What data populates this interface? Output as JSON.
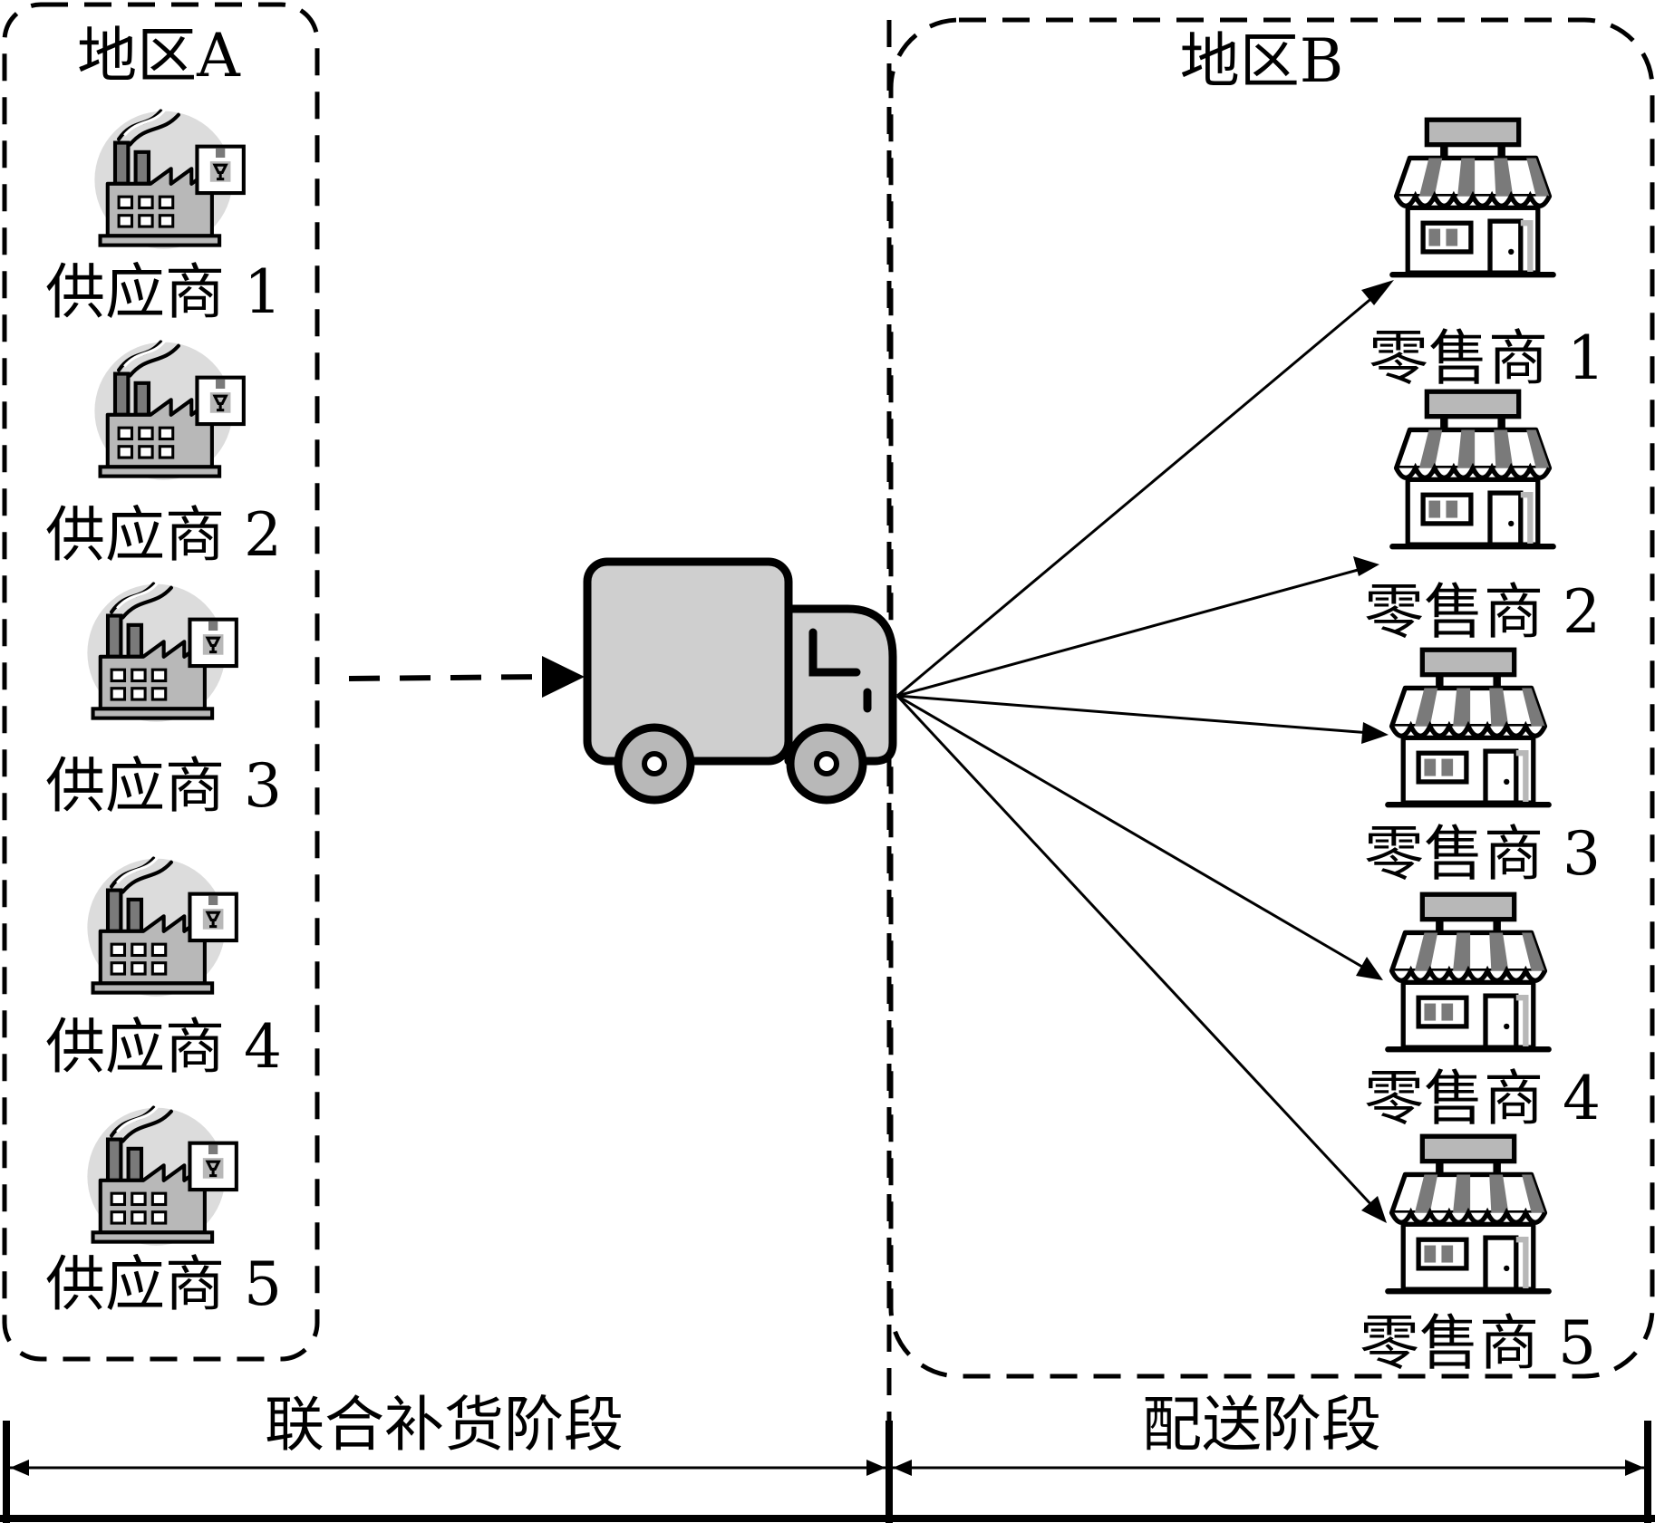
{
  "colors": {
    "ink": "#000000",
    "paper": "#ffffff",
    "icon_light": "#dcdcdc",
    "icon_mid": "#b8b8b8",
    "icon_dark": "#7a7a7a",
    "truck_body": "#cfcfcf"
  },
  "region_a": {
    "label": "地区A",
    "suppliers": [
      {
        "label": "供应商 1",
        "icon": "factory-icon"
      },
      {
        "label": "供应商 2",
        "icon": "factory-icon"
      },
      {
        "label": "供应商 3",
        "icon": "factory-icon"
      },
      {
        "label": "供应商 4",
        "icon": "factory-icon"
      },
      {
        "label": "供应商 5",
        "icon": "factory-icon"
      }
    ]
  },
  "region_b": {
    "label": "地区B",
    "retailers": [
      {
        "label": "零售商 1",
        "icon": "store-icon"
      },
      {
        "label": "零售商 2",
        "icon": "store-icon"
      },
      {
        "label": "零售商 3",
        "icon": "store-icon"
      },
      {
        "label": "零售商 4",
        "icon": "store-icon"
      },
      {
        "label": "零售商 5",
        "icon": "store-icon"
      }
    ]
  },
  "vehicle": {
    "icon": "truck-icon"
  },
  "phases": {
    "replenishment": "联合补货阶段",
    "delivery": "配送阶段"
  }
}
